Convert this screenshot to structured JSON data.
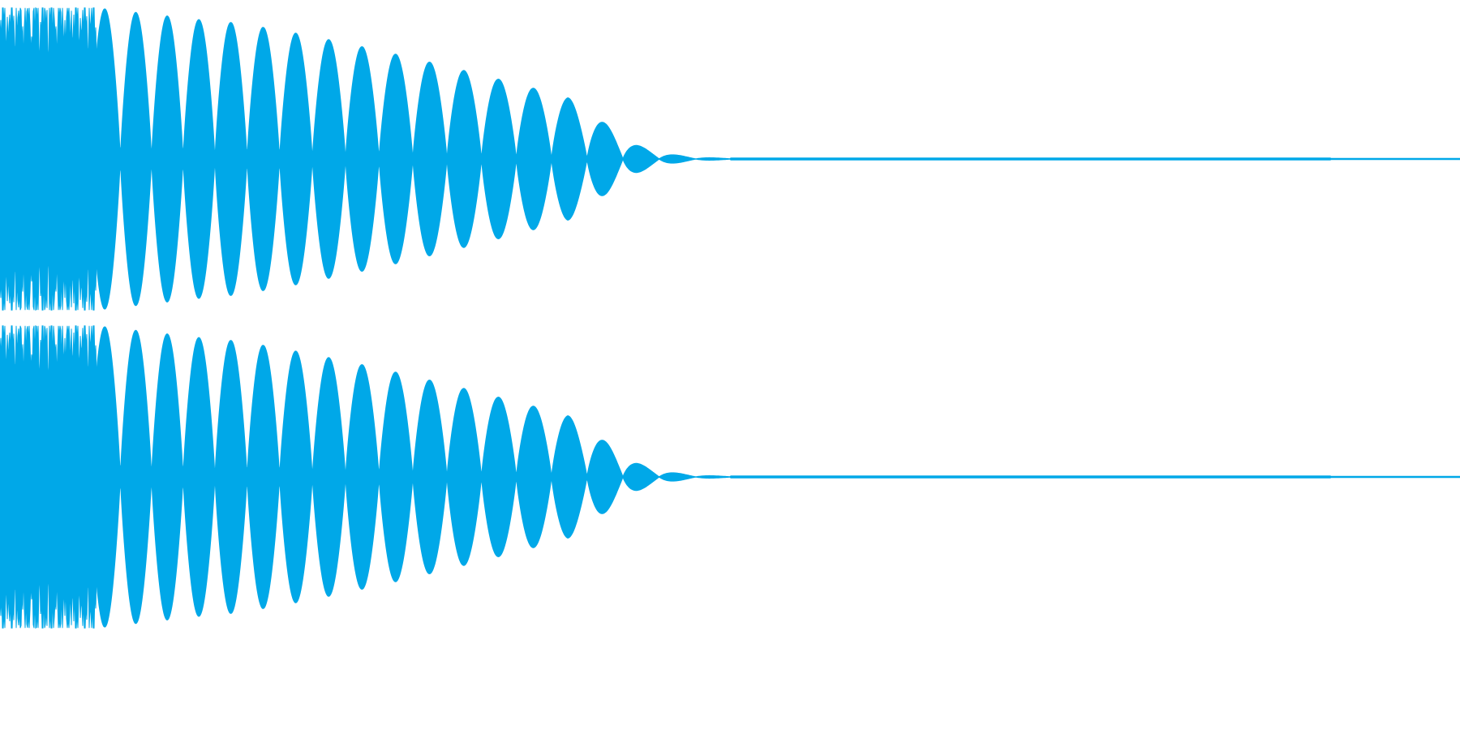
{
  "waveform": {
    "color": "#00A8E8",
    "background": "#FFFFFF",
    "channels": [
      {
        "name": ""
      },
      {
        "name": ""
      }
    ],
    "signal": {
      "attack_fraction": 0.0,
      "noise_until_fraction": 0.1,
      "strong_until_fraction": 0.39,
      "fade_until_fraction": 0.55,
      "tail_until_fraction": 0.92,
      "baseline_to_end": true
    }
  }
}
